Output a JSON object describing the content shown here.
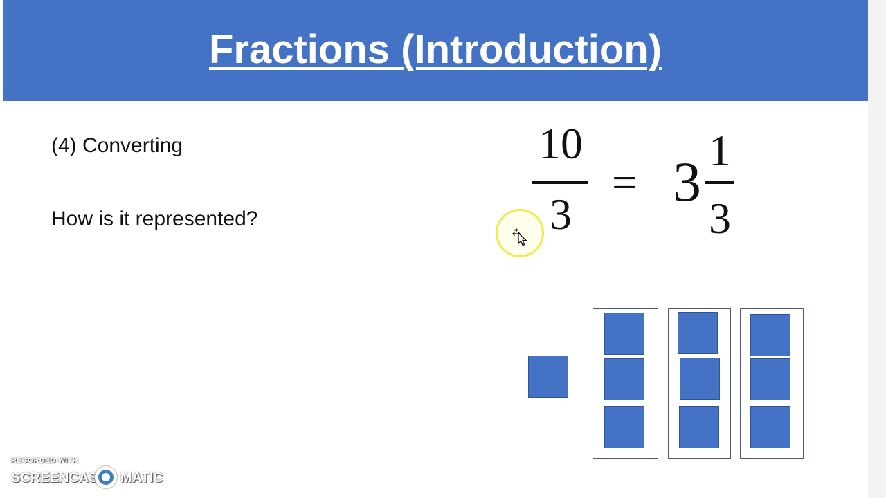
{
  "slide": {
    "title": "Fractions (Introduction)",
    "subtitle": "(4) Converting",
    "question": "How is it represented?"
  },
  "equation": {
    "improper_numerator": "10",
    "improper_denominator": "3",
    "equals": "=",
    "mixed_whole": "3",
    "mixed_numerator": "1",
    "mixed_denominator": "3"
  },
  "representation": {
    "single_squares": 1,
    "full_columns": 3,
    "squares_per_column": 3
  },
  "watermark": {
    "top_line": "RECORDED WITH",
    "left_word": "SCREENCAST",
    "right_word": "MATIC"
  },
  "colors": {
    "header": "#4472c4",
    "square_fill": "#4472c4",
    "cursor_highlight": "#f2e94e"
  },
  "icons": {
    "cursor": "move-arrow-cursor-icon",
    "logo": "screencast-o-matic-logo-icon"
  }
}
